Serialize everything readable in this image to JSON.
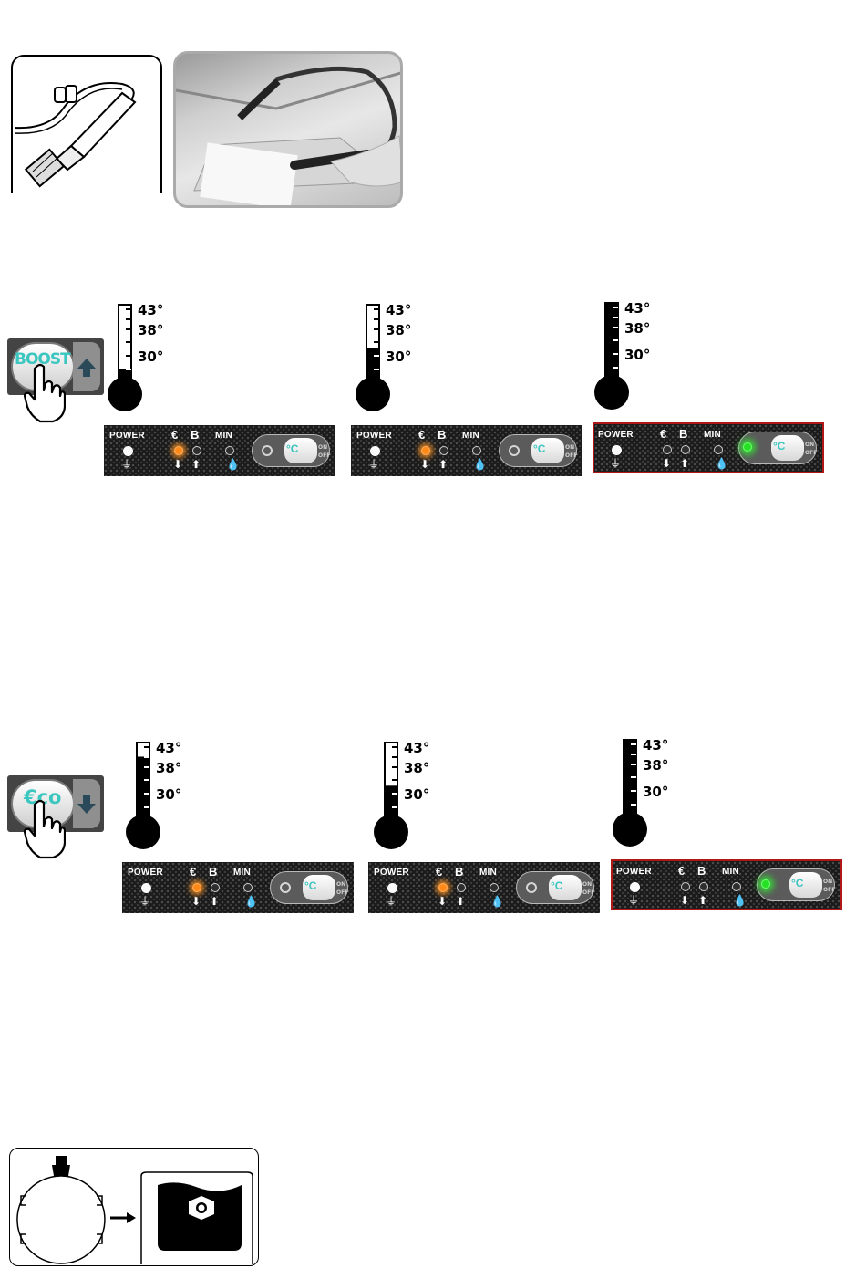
{
  "thermometer": {
    "label_43": "43°",
    "label_38": "38°",
    "label_30": "30°"
  },
  "boost_button": {
    "label": "BOOST",
    "arrow": "arrow-up-icon"
  },
  "eco_button": {
    "label": "€co",
    "arrow": "arrow-down-icon"
  },
  "panel_text": {
    "power": "POWER",
    "eco": "€",
    "boost": "B",
    "min": "MIN",
    "celsius": "°C",
    "on": "ON",
    "off": "OFF"
  },
  "sections": [
    {
      "name": "boost",
      "steps": [
        {
          "fill_level": 0.18,
          "led": "eco-orange"
        },
        {
          "fill_level": 0.45,
          "led": "eco-orange"
        },
        {
          "fill_level": 1.0,
          "led": "thermostat-green"
        }
      ]
    },
    {
      "name": "eco",
      "steps": [
        {
          "fill_level": 0.82,
          "led": "eco-orange"
        },
        {
          "fill_level": 0.45,
          "led": "eco-orange"
        },
        {
          "fill_level": 1.0,
          "led": "thermostat-green"
        }
      ]
    }
  ],
  "colors": {
    "accent": "#3cc6c0",
    "led_orange": "#ff8a1a",
    "led_green": "#26e026",
    "panel_border_red": "#b01818"
  }
}
